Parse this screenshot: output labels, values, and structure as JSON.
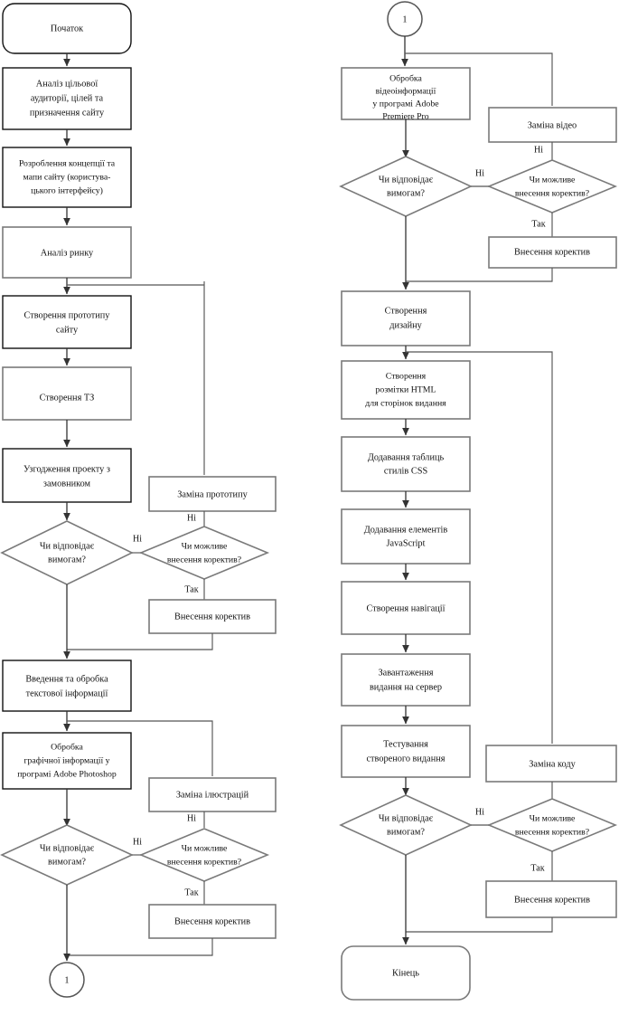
{
  "diagram": {
    "title": "Website development process flowchart",
    "language": "uk",
    "type": "flowchart",
    "colors": {
      "node_stroke": "#7a7a7a",
      "node_stroke_dark": "#111111",
      "node_fill": "#ffffff",
      "edge": "#333333",
      "text": "#111111",
      "background": "#ffffff"
    }
  },
  "left_column": {
    "start": {
      "label": "Початок",
      "shape": "terminator"
    },
    "n1": {
      "line1": "Аналіз цільової",
      "line2": "аудиторії, цілей та",
      "line3": "призначення сайту",
      "shape": "process"
    },
    "n2": {
      "line1": "Розроблення концепції та",
      "line2": "мапи сайту (користува-",
      "line3": "цького інтерфейсу)",
      "shape": "process"
    },
    "n3": {
      "line1": "Аналіз ринку",
      "shape": "process"
    },
    "n4": {
      "line1": "Створення прототипу",
      "line2": "сайту",
      "shape": "process"
    },
    "n5": {
      "line1": "Створення ТЗ",
      "shape": "process"
    },
    "n6": {
      "line1": "Узгодження проекту з",
      "line2": "замовником",
      "shape": "process"
    },
    "d1": {
      "line1": "Чи відповідає",
      "line2": "вимогам?",
      "shape": "decision"
    },
    "d2": {
      "line1": "Чи можливе",
      "line2": "внесення коректив?",
      "shape": "decision"
    },
    "replace1": {
      "label": "Заміна прототипу",
      "shape": "process"
    },
    "fix1": {
      "label": "Внесення коректив",
      "shape": "process"
    },
    "n7": {
      "line1": "Введення та обробка",
      "line2": "текстової інформації",
      "shape": "process"
    },
    "n8": {
      "line1": "Обробка",
      "line2": "графічної інформації у",
      "line3": "програмі Adobe Photoshop",
      "shape": "process"
    },
    "d3": {
      "line1": "Чи відповідає",
      "line2": "вимогам?",
      "shape": "decision"
    },
    "d4": {
      "line1": "Чи можливе",
      "line2": "внесення коректив?",
      "shape": "decision"
    },
    "replace2": {
      "label": "Заміна ілюстрацій",
      "shape": "process"
    },
    "fix2": {
      "label": "Внесення коректив",
      "shape": "process"
    },
    "connector_out": {
      "label": "1",
      "shape": "connector"
    }
  },
  "right_column": {
    "connector_in": {
      "label": "1",
      "shape": "connector"
    },
    "n9": {
      "line1": "Обробка",
      "line2": "відеоінформації",
      "line3": "у програмі Adobe",
      "line4": "Premiere Pro",
      "shape": "process"
    },
    "d5": {
      "line1": "Чи відповідає",
      "line2": "вимогам?",
      "shape": "decision"
    },
    "d6": {
      "line1": "Чи можливе",
      "line2": "внесення коректив?",
      "shape": "decision"
    },
    "replace3": {
      "label": "Заміна відео",
      "shape": "process"
    },
    "fix3": {
      "label": "Внесення коректив",
      "shape": "process"
    },
    "n10": {
      "line1": "Створення",
      "line2": "дизайну",
      "shape": "process"
    },
    "n11": {
      "line1": "Створення",
      "line2": "розмітки HTML",
      "line3": "для сторінок видання",
      "shape": "process"
    },
    "n12": {
      "line1": "Додавання таблиць",
      "line2": "стилів CSS",
      "shape": "process"
    },
    "n13": {
      "line1": "Додавання елементів",
      "line2": "JavaScript",
      "shape": "process"
    },
    "n14": {
      "line1": "Створення навігації",
      "shape": "process"
    },
    "n15": {
      "line1": "Завантаження",
      "line2": "видання на сервер",
      "shape": "process"
    },
    "n16": {
      "line1": "Тестування",
      "line2": "створеного видання",
      "shape": "process"
    },
    "d7": {
      "line1": "Чи відповідає",
      "line2": "вимогам?",
      "shape": "decision"
    },
    "d8": {
      "line1": "Чи можливе",
      "line2": "внесення коректив?",
      "shape": "decision"
    },
    "replace4": {
      "label": "Заміна коду",
      "shape": "process"
    },
    "fix4": {
      "label": "Внесення коректив",
      "shape": "process"
    },
    "end": {
      "label": "Кінець",
      "shape": "terminator"
    }
  },
  "edge_labels": {
    "no": "Ні",
    "yes": "Так"
  }
}
